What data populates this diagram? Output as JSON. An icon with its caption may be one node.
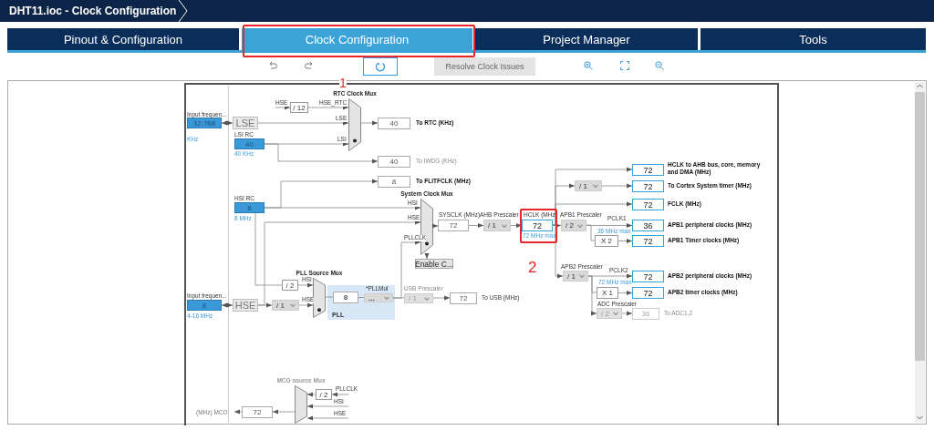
{
  "diagram": {
    "nodes": [
      {
        "text": [
          "32.768"
        ],
        "beside": [
          "Input frequen...",
          "KHz"
        ]
      },
      {
        "text": [
          "LSE"
        ]
      },
      {
        "text": [
          "40"
        ],
        "beside": [
          "LSI RC",
          "40 KHz"
        ]
      },
      {
        "text": [
          "/ 12"
        ]
      },
      {
        "text": [
          "RTC Clock Mux"
        ]
      },
      {
        "text": [
          "40"
        ],
        "beside": [
          "To RTC (KHz)"
        ]
      },
      {
        "text": [
          "40"
        ],
        "beside": [
          "To IWDG (KHz)"
        ]
      },
      {
        "text": [
          "8"
        ],
        "beside": [
          "To FLITFCLK (MHz)"
        ]
      },
      {
        "text": [
          "8"
        ],
        "beside": [
          "HSI RC",
          "8 MHz"
        ]
      },
      {
        "text": [
          "System Clock Mux"
        ]
      },
      {
        "text": [
          "72"
        ],
        "beside": [
          "SYSCLK (MHz)"
        ]
      },
      {
        "text": [
          "/ 1"
        ],
        "beside": [
          "AHB Prescaler"
        ]
      },
      {
        "text": [
          "72"
        ],
        "beside": [
          "HCLK (MHz)",
          "72 MHz max"
        ]
      },
      {
        "text": [
          "/ 2"
        ],
        "beside": [
          "APB1 Prescaler"
        ]
      },
      {
        "text": [
          "/ 1"
        ]
      },
      {
        "text": [
          "72"
        ],
        "beside": [
          "HCLK to AHB bus, core, memory and DMA (MHz)"
        ]
      },
      {
        "text": [
          "72"
        ],
        "beside": [
          "To Cortex System timer (MHz)"
        ]
      },
      {
        "text": [
          "72"
        ],
        "beside": [
          "FCLK (MHz)"
        ]
      },
      {
        "text": [
          "36"
        ],
        "beside": [
          "36 MHz max",
          "APB1 peripheral clocks (MHz)"
        ]
      },
      {
        "text": [
          "X 2"
        ]
      },
      {
        "text": [
          "72"
        ],
        "beside": [
          "APB1 Timer clocks (MHz)"
        ]
      },
      {
        "text": [
          "/ 1"
        ],
        "beside": [
          "APB2 Prescaler"
        ]
      },
      {
        "text": [
          "72"
        ],
        "beside": [
          "72 MHz max",
          "APB2 peripheral clocks (MHz)"
        ]
      },
      {
        "text": [
          "X 1"
        ]
      },
      {
        "text": [
          "72"
        ],
        "beside": [
          "APB2 timer clocks (MHz)"
        ]
      },
      {
        "text": [
          "/ 2"
        ],
        "beside": [
          "ADC Prescaler"
        ]
      },
      {
        "text": [
          "36"
        ],
        "beside": [
          "To ADC1,2"
        ]
      },
      {
        "text": [
          "Enable C..."
        ]
      },
      {
        "text": [
          "8"
        ],
        "beside": [
          "Input frequen...",
          "4-16 MHz"
        ]
      },
      {
        "text": [
          "HSE"
        ]
      },
      {
        "text": [
          "/ 1"
        ]
      },
      {
        "text": [
          "/ 2"
        ]
      },
      {
        "text": [
          "PLL Source Mux"
        ]
      },
      {
        "text": [
          "PLL"
        ]
      },
      {
        "text": [
          "8"
        ],
        "in": 33
      },
      {
        "text": [
          "..."
        ],
        "beside": [
          "*PLLMul"
        ],
        "in": 33
      },
      {
        "text": [
          "/ 1"
        ],
        "beside": [
          "USB Prescaler"
        ]
      },
      {
        "text": [
          "72"
        ],
        "beside": [
          "To USB (MHz)"
        ]
      },
      {
        "text": [
          "MCO source Mux"
        ]
      },
      {
        "text": [
          "/ 2"
        ]
      },
      {
        "text": [
          "72"
        ]
      },
      {
        "text": [
          "(MHz) MCO"
        ]
      }
    ],
    "edges": [
      {
        "from": 0,
        "to": 1,
        "arrow": "both"
      },
      {
        "from": null,
        "to": 3,
        "arrow": "to",
        "label": "HSE"
      },
      {
        "from": 3,
        "to": 4,
        "arrow": "to",
        "label": "HSE_RTC"
      },
      {
        "from": 1,
        "to": 4,
        "arrow": "to",
        "label": "LSE"
      },
      {
        "from": 2,
        "to": 4,
        "arrow": "to",
        "label": "LSI"
      },
      {
        "from": 4,
        "to": 5,
        "arrow": "to"
      },
      {
        "from": 2,
        "to": 6,
        "arrow": "to"
      },
      {
        "from": 8,
        "to": 9,
        "arrow": "to",
        "label": "HSI"
      },
      {
        "from": 8,
        "to": 7,
        "arrow": "to"
      },
      {
        "from": 29,
        "to": 9,
        "arrow": "to",
        "label": "HSE"
      },
      {
        "from": 35,
        "to": 9,
        "arrow": "to",
        "label": "PLLCLK"
      },
      {
        "from": 9,
        "to": 10,
        "arrow": "to"
      },
      {
        "from": 10,
        "to": 11,
        "arrow": "to"
      },
      {
        "from": 11,
        "to": 12,
        "arrow": "to"
      },
      {
        "from": 12,
        "to": 13,
        "arrow": "to"
      },
      {
        "from": 12,
        "to": 15,
        "arrow": "to"
      },
      {
        "from": 12,
        "to": 14,
        "arrow": "to"
      },
      {
        "from": 14,
        "to": 16,
        "arrow": "to"
      },
      {
        "from": 12,
        "to": 17,
        "arrow": "to"
      },
      {
        "from": 13,
        "to": 18,
        "arrow": "to",
        "label": "PCLK1"
      },
      {
        "from": 13,
        "to": 19,
        "arrow": "none"
      },
      {
        "from": 19,
        "to": 20,
        "arrow": "to"
      },
      {
        "from": 12,
        "to": 21,
        "arrow": "to"
      },
      {
        "from": 21,
        "to": 22,
        "arrow": "to",
        "label": "PCLK2"
      },
      {
        "from": 21,
        "to": 23,
        "arrow": "none"
      },
      {
        "from": 23,
        "to": 24,
        "arrow": "to"
      },
      {
        "from": 21,
        "to": 25,
        "arrow": "to"
      },
      {
        "from": 25,
        "to": 26,
        "arrow": "to"
      },
      {
        "from": 9,
        "to": 27,
        "arrow": "to"
      },
      {
        "from": 28,
        "to": 29,
        "arrow": "both"
      },
      {
        "from": 29,
        "to": 30,
        "arrow": "to"
      },
      {
        "from": 30,
        "to": 32,
        "arrow": "to",
        "label": "HSE"
      },
      {
        "from": 8,
        "to": 31,
        "arrow": "none"
      },
      {
        "from": 31,
        "to": 32,
        "arrow": "to",
        "label": "HSI"
      },
      {
        "from": 32,
        "to": 34,
        "arrow": "none"
      },
      {
        "from": 35,
        "to": 36,
        "arrow": "none"
      },
      {
        "from": 36,
        "to": 37,
        "arrow": "to"
      },
      {
        "from": 39,
        "to": 38,
        "arrow": "to"
      },
      {
        "from": null,
        "to": 39,
        "arrow": "to",
        "label": "PLLCLK"
      },
      {
        "from": null,
        "to": 38,
        "arrow": "to",
        "label": "HSI"
      },
      {
        "from": null,
        "to": 38,
        "arrow": "to",
        "label": "HSE"
      },
      {
        "from": 38,
        "to": 40,
        "arrow": "to"
      },
      {
        "from": 40,
        "to": 41,
        "arrow": "to"
      },
      {
        "from": 34,
        "to": 35,
        "arrow": "none"
      }
    ],
    "labels": [
      "DHT11.ioc - Clock Configuration",
      "Pinout & Configuration",
      "Clock Configuration",
      "Project Manager",
      "Tools",
      "Resolve Clock Issues",
      "1",
      "2"
    ]
  }
}
